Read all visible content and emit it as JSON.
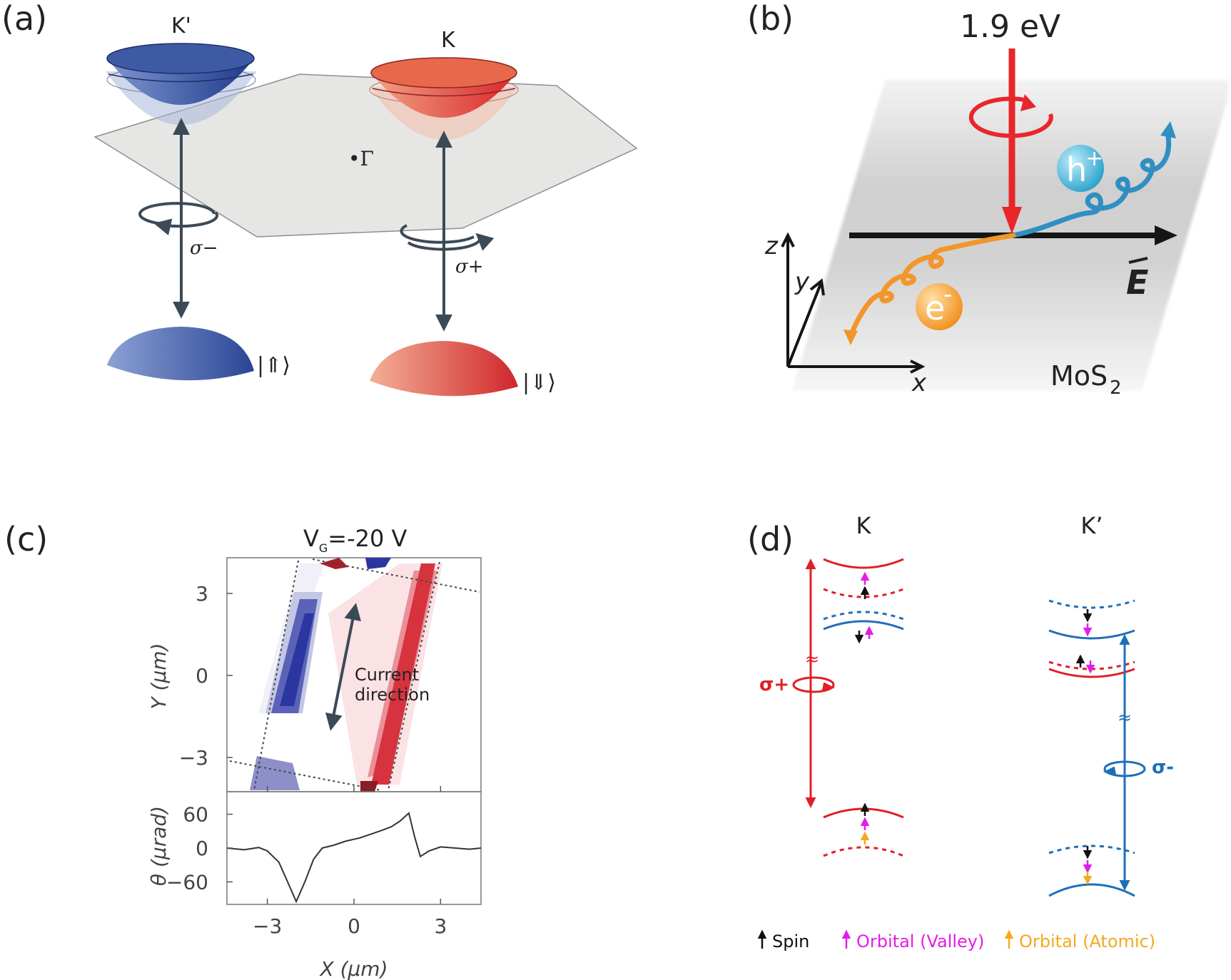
{
  "panels": {
    "a": {
      "label": "(a)",
      "valley_left": "K'",
      "valley_right": "K",
      "gamma": "•Γ",
      "sigma_minus": "σ−",
      "sigma_plus": "σ+",
      "spin_up": "|⇑⟩",
      "spin_down": "|⇓⟩",
      "colors": {
        "K_prime": "#2c4a9a",
        "K": "#e0342f",
        "plane": "#e6e7e4"
      }
    },
    "b": {
      "label": "(b)",
      "energy": "1.9 eV",
      "hole": "h",
      "hole_sup": "+",
      "electron": "e",
      "electron_sup": "-",
      "field": "E",
      "material": "MoS",
      "material_sub": "2",
      "axes": {
        "z": "z",
        "y": "y",
        "x": "x"
      },
      "colors": {
        "photon": "#e8262b",
        "hole": "#2f8fc2",
        "electron": "#f2962a"
      }
    },
    "c": {
      "label": "(c)",
      "title_main": "V",
      "title_sub": "G",
      "title_rest": "=-20 V",
      "annotation_line1": "Current",
      "annotation_line2": "direction",
      "ylabel_top": "Y (μm)",
      "ylabel_bottom": "θ (μrad)",
      "xlabel": "X (μm)",
      "yticks_top": [
        "3",
        "0",
        "−3"
      ],
      "yticks_bottom": [
        "60",
        "0",
        "−60"
      ],
      "xticks": [
        "−3",
        "0",
        "3"
      ],
      "chart_data": {
        "type": "line",
        "ylabel": "θ (μrad)",
        "xlabel": "X (μm)",
        "xlim": [
          -4.4,
          4.4
        ],
        "ylim": [
          -100,
          100
        ],
        "x": [
          -4.4,
          -3.8,
          -3.3,
          -3.0,
          -2.6,
          -2.3,
          -2.0,
          -1.7,
          -1.4,
          -1.1,
          -0.7,
          -0.3,
          0.2,
          0.6,
          1.0,
          1.3,
          1.6,
          1.9,
          2.1,
          2.3,
          2.6,
          3.0,
          3.5,
          4.0,
          4.4
        ],
        "y": [
          0,
          -3,
          1,
          -5,
          -25,
          -60,
          -95,
          -60,
          -20,
          0,
          5,
          12,
          18,
          25,
          32,
          38,
          48,
          62,
          20,
          -15,
          -5,
          2,
          0,
          -2,
          0
        ]
      }
    },
    "d": {
      "label": "(d)",
      "valley_left": "K",
      "valley_right": "K’",
      "sigma_plus": "σ+",
      "sigma_minus": "σ-",
      "approx": "≈",
      "legend": [
        {
          "label": "Spin",
          "color": "#111111"
        },
        {
          "label": "Orbital (Valley)",
          "color": "#e21ee4"
        },
        {
          "label": "Orbital (Atomic)",
          "color": "#f3a91f"
        }
      ],
      "colors": {
        "red": "#e11f26",
        "blue": "#1f6fb8"
      }
    }
  }
}
